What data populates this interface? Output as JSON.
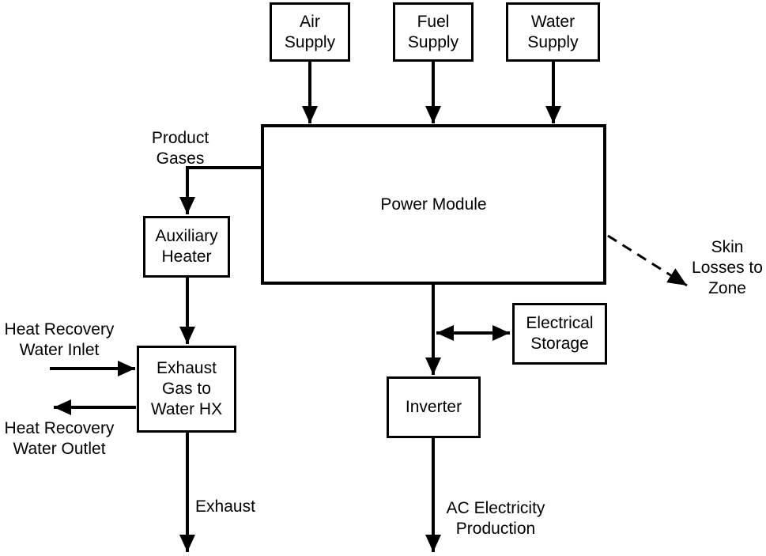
{
  "page": {
    "background_color": "#ffffff",
    "line_color": "#000000",
    "text_color": "#000000"
  },
  "boxes": {
    "air_supply": "Air\nSupply",
    "fuel_supply": "Fuel\nSupply",
    "water_supply": "Water\nSupply",
    "power_module": "Power Module",
    "auxiliary_heater": "Auxiliary\nHeater",
    "exhaust_hx": "Exhaust\nGas to\nWater HX",
    "electrical_storage": "Electrical\nStorage",
    "inverter": "Inverter"
  },
  "flow_labels": {
    "product_gases": "Product\nGases",
    "heat_recovery_inlet": "Heat Recovery\nWater Inlet",
    "heat_recovery_outlet": "Heat Recovery\nWater Outlet",
    "exhaust": "Exhaust",
    "ac_production": "AC Electricity\nProduction",
    "skin_losses": "Skin\nLosses to\nZone"
  },
  "connections": [
    {
      "from": "Air Supply",
      "to": "Power Module",
      "style": "solid-arrow"
    },
    {
      "from": "Fuel Supply",
      "to": "Power Module",
      "style": "solid-arrow"
    },
    {
      "from": "Water Supply",
      "to": "Power Module",
      "style": "solid-arrow"
    },
    {
      "from": "Power Module",
      "to": "Auxiliary Heater",
      "style": "solid-arrow",
      "label": "Product Gases"
    },
    {
      "from": "Auxiliary Heater",
      "to": "Exhaust Gas to Water HX",
      "style": "solid-arrow"
    },
    {
      "from": "Exhaust Gas to Water HX",
      "to": "Exhaust (out)",
      "style": "solid-arrow",
      "label": "Exhaust"
    },
    {
      "from": "Heat Recovery Water Inlet",
      "to": "Exhaust Gas to Water HX",
      "style": "solid-arrow"
    },
    {
      "from": "Exhaust Gas to Water HX",
      "to": "Heat Recovery Water Outlet",
      "style": "solid-arrow"
    },
    {
      "from": "Power Module",
      "to": "Inverter",
      "style": "solid-arrow"
    },
    {
      "from": "Power Module link",
      "to": "Electrical Storage",
      "style": "double-arrow"
    },
    {
      "from": "Inverter",
      "to": "AC Electricity Production (out)",
      "style": "solid-arrow",
      "label": "AC Electricity Production"
    },
    {
      "from": "Power Module",
      "to": "Skin Losses to Zone",
      "style": "dashed-arrow",
      "label": "Skin Losses to Zone"
    }
  ]
}
